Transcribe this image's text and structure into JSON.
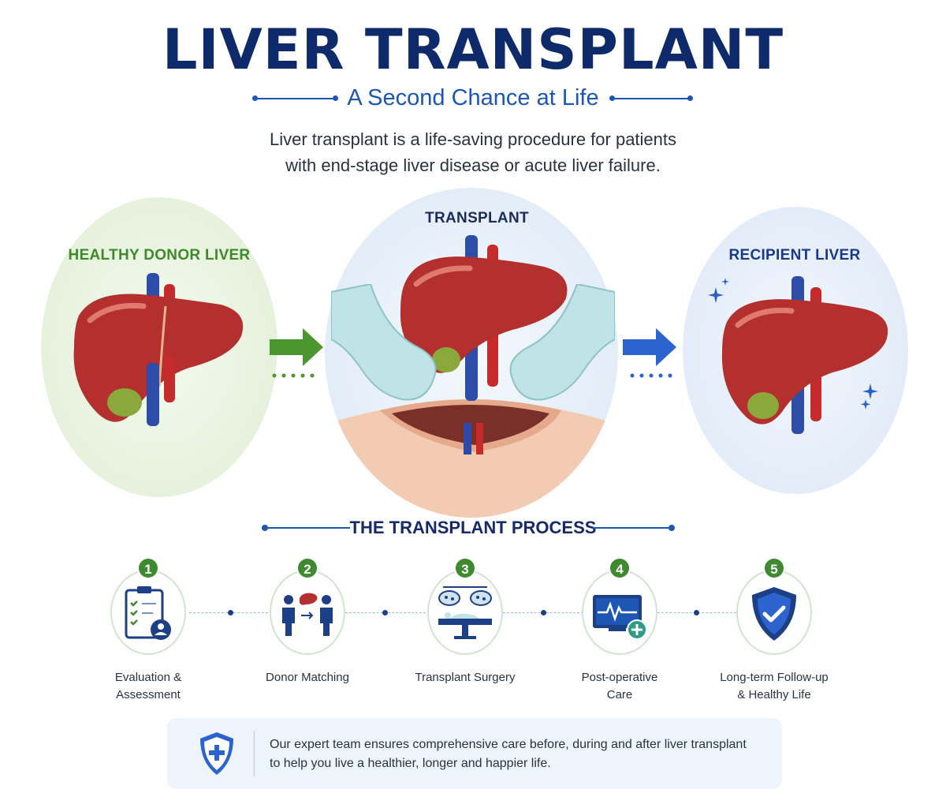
{
  "header": {
    "title": "LIVER TRANSPLANT",
    "subtitle": "A Second Chance at Life",
    "intro_line1": "Liver transplant is a life-saving procedure for patients",
    "intro_line2": "with end-stage liver disease or acute liver failure."
  },
  "panels": {
    "left_label": "HEALTHY DONOR LIVER",
    "center_label": "TRANSPLANT",
    "right_label": "RECIPIENT LIVER"
  },
  "process": {
    "title": "THE TRANSPLANT PROCESS",
    "steps": [
      {
        "number": "1",
        "line1": "Evaluation &",
        "line2": "Assessment",
        "icon": "clipboard-checklist-icon"
      },
      {
        "number": "2",
        "line1": "Donor Matching",
        "line2": "",
        "icon": "donor-recipient-icon"
      },
      {
        "number": "3",
        "line1": "Transplant Surgery",
        "line2": "",
        "icon": "operating-room-icon"
      },
      {
        "number": "4",
        "line1": "Post-operative",
        "line2": "Care",
        "icon": "heart-monitor-icon"
      },
      {
        "number": "5",
        "line1": "Long-term Follow-up",
        "line2": "& Healthy Life",
        "icon": "shield-check-icon"
      }
    ]
  },
  "footer": {
    "line1": "Our expert team ensures comprehensive care before, during and after liver transplant",
    "line2": "to help you live a healthier, longer and happier life.",
    "icon": "medical-shield-icon"
  },
  "colors": {
    "title": "#0f2a6b",
    "accent_blue": "#1e56b3",
    "accent_green": "#3f8a31",
    "liver": "#b52c2c"
  }
}
